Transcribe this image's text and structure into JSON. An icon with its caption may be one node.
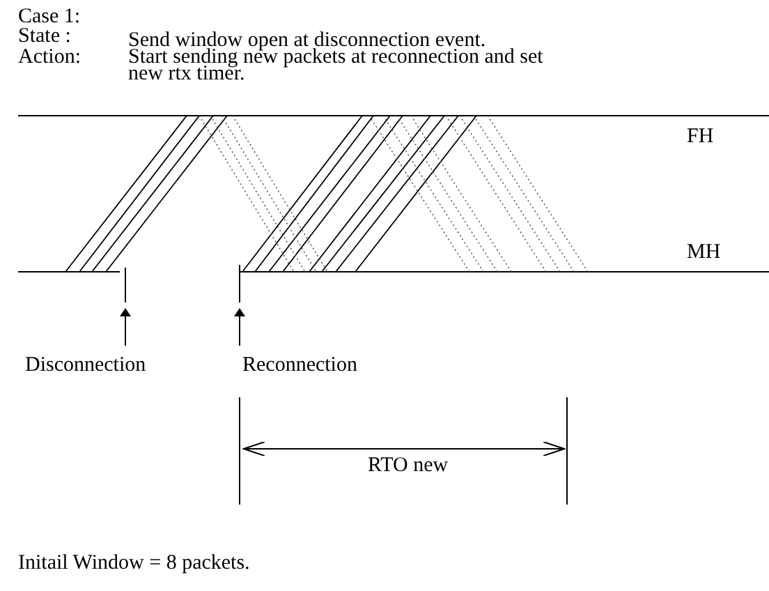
{
  "diagram": {
    "nodes": [
      {
        "text": [
          "Disconnection"
        ]
      },
      {
        "text": [
          "Reconnection"
        ]
      }
    ],
    "edges": [
      {
        "from": 0,
        "to": null,
        "arrow": "to"
      },
      {
        "from": 1,
        "to": null,
        "arrow": "to"
      }
    ],
    "labels": [
      "Case 1:",
      "State :",
      "Send window open at disconnection event.",
      "Action:",
      "Start sending new packets at reconnection and set new rtx timer.",
      "FH",
      "MH",
      "RTO new",
      "Initail Window = 8 packets."
    ]
  }
}
